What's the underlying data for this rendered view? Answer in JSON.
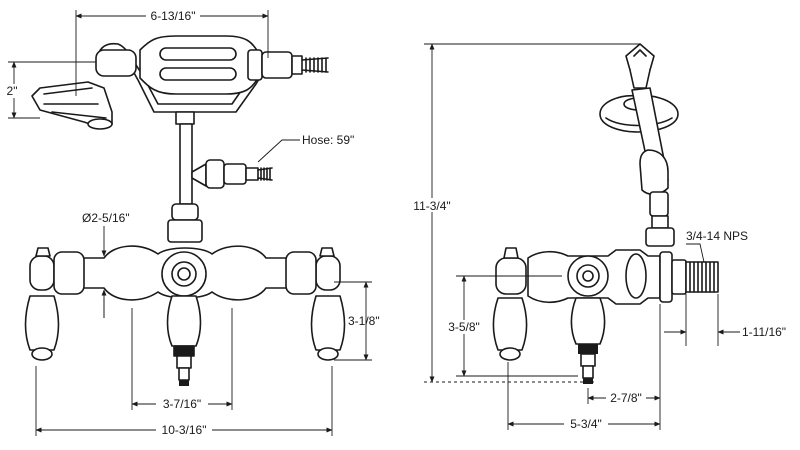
{
  "dimensions": {
    "top_width": "6-13/16\"",
    "handshower_height": "2\"",
    "hose": "Hose: 59\"",
    "diameter": "Ø2-5/16\"",
    "handle_height": "3-1/8\"",
    "center_spacing": "3-7/16\"",
    "overall_width": "10-3/16\"",
    "overall_height": "11-3/4\"",
    "nps": "3/4-14 NPS",
    "spout_height": "3-5/8\"",
    "inlet_length": "1-11/16\"",
    "wall_to_spout": "2-7/8\"",
    "projection": "5-3/4\""
  }
}
